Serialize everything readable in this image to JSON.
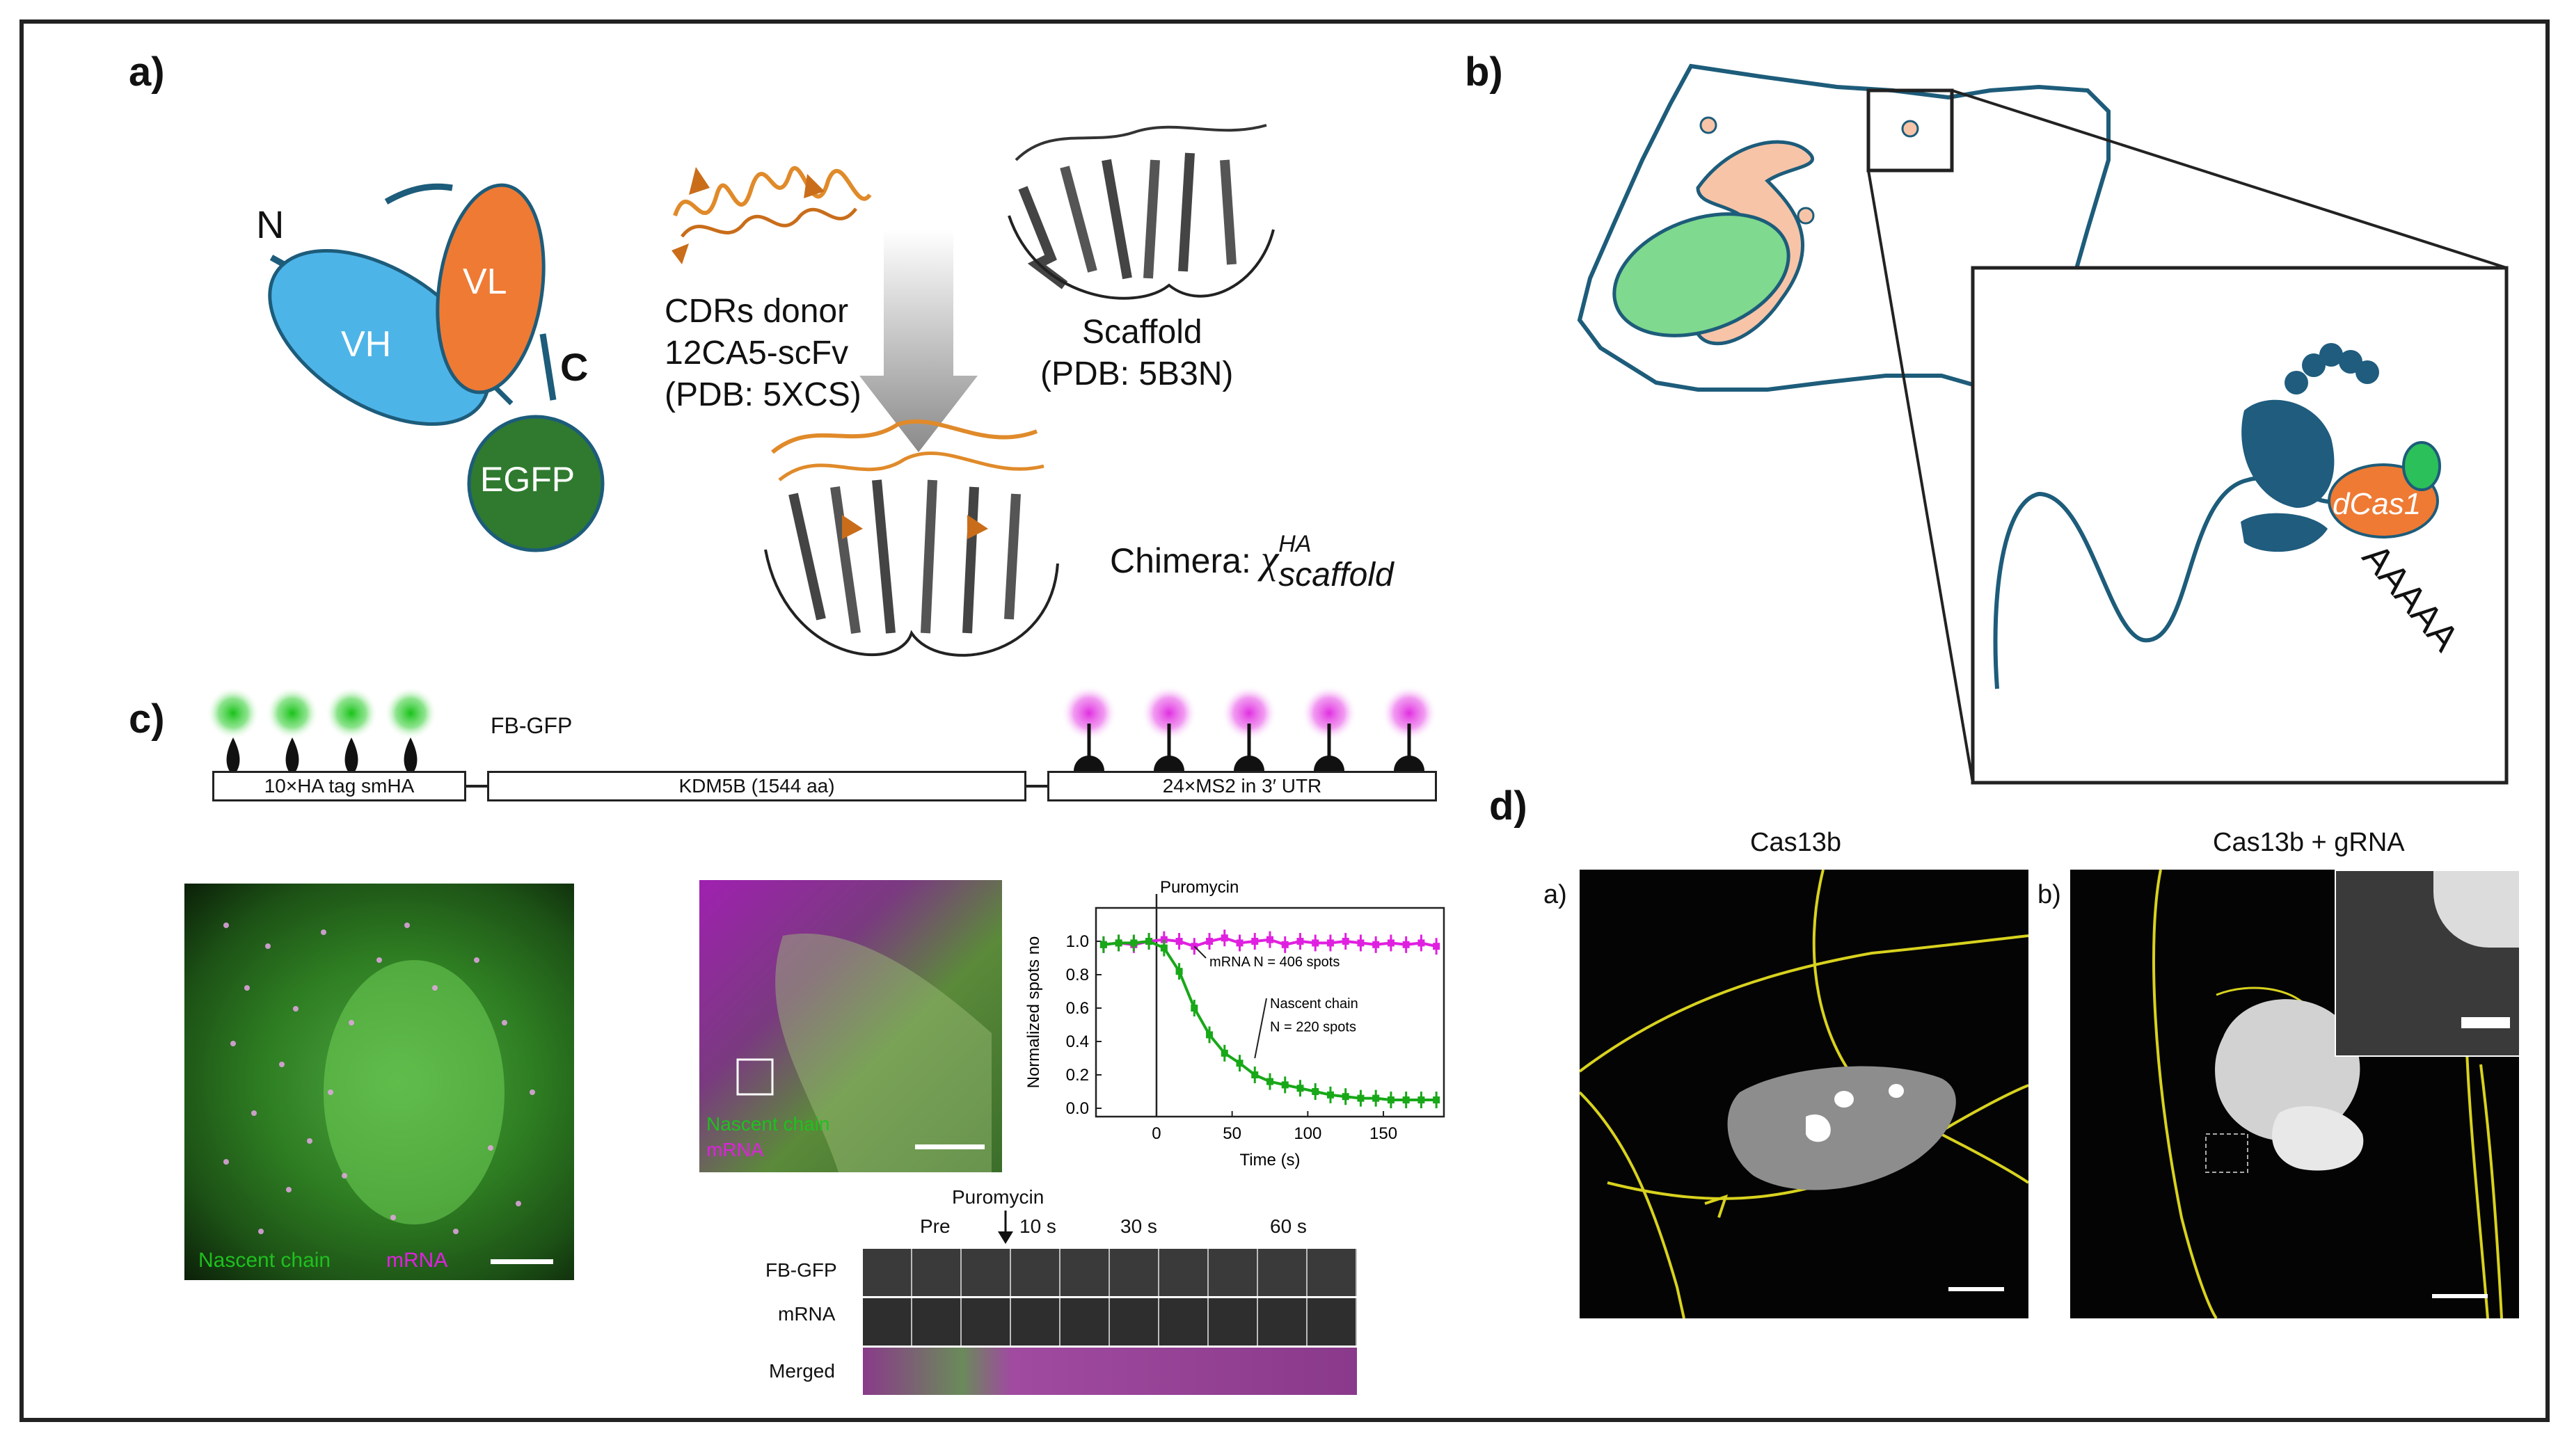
{
  "panel_a": {
    "label": "a)",
    "n_term": "N",
    "c_term": "C",
    "vh": "VH",
    "vl": "VL",
    "egfp": "EGFP",
    "cdrs_line1": "CDRs donor",
    "cdrs_line2": "12CA5-scFv",
    "cdrs_line3": "(PDB: 5XCS)",
    "scaffold_line1": "Scaffold",
    "scaffold_line2": "(PDB: 5B3N)",
    "chimera_prefix": "Chimera: ",
    "chimera_symbol": "χ",
    "chimera_sup": "HA",
    "chimera_sub": "scaffold"
  },
  "panel_b": {
    "label": "b)",
    "dcas_text": "dCas1",
    "polya_text": "AAAAA"
  },
  "panel_c": {
    "label": "c)",
    "fb_gfp": "FB-GFP",
    "construct_1": "10×HA tag smHA",
    "construct_2": "KDM5B (1544 aa)",
    "construct_3": "24×MS2 in 3′ UTR",
    "img1_nascent": "Nascent chain",
    "img1_mrna": "mRNA",
    "img2_nascent": "Nascent chain",
    "img2_mrna": "mRNA",
    "timelapse_puromycin": "Puromycin",
    "timelapse_times": [
      "Pre",
      "10 s",
      "30 s",
      "60 s"
    ],
    "timelapse_rows": [
      "FB-GFP",
      "mRNA",
      "Merged"
    ]
  },
  "panel_d": {
    "label": "d)",
    "sub_a": "a)",
    "sub_b": "b)",
    "title_a": "Cas13b",
    "title_b": "Cas13b + gRNA"
  },
  "chart_data": {
    "type": "line",
    "title": "",
    "xlabel": "Time (s)",
    "ylabel": "Normalized spots no",
    "xlim": [
      -40,
      190
    ],
    "ylim": [
      -0.05,
      1.2
    ],
    "xticks": [
      0,
      50,
      100,
      150
    ],
    "yticks": [
      0.0,
      0.2,
      0.4,
      0.6,
      0.8,
      1.0
    ],
    "annotation": "Puromycin",
    "annotation_x": 0,
    "grid": false,
    "series": [
      {
        "label_line1": "mRNA N = 406 spots",
        "color": "#e020e0",
        "x": [
          -35,
          -25,
          -15,
          -5,
          5,
          15,
          25,
          35,
          45,
          55,
          65,
          75,
          85,
          95,
          105,
          115,
          125,
          135,
          145,
          155,
          165,
          175,
          185
        ],
        "y": [
          0.98,
          0.99,
          0.98,
          1.0,
          1.01,
          1.0,
          0.97,
          1.0,
          1.02,
          0.99,
          1.0,
          1.01,
          0.98,
          1.0,
          0.99,
          0.99,
          1.0,
          0.99,
          0.98,
          0.99,
          0.98,
          0.99,
          0.97
        ]
      },
      {
        "label_line1": "Nascent chain",
        "label_line2": "N = 220 spots",
        "color": "#18a818",
        "x": [
          -35,
          -25,
          -15,
          -5,
          5,
          15,
          25,
          35,
          45,
          55,
          65,
          75,
          85,
          95,
          105,
          115,
          125,
          135,
          145,
          155,
          165,
          175,
          185
        ],
        "y": [
          0.98,
          0.99,
          0.99,
          1.0,
          0.96,
          0.82,
          0.6,
          0.44,
          0.33,
          0.27,
          0.2,
          0.16,
          0.14,
          0.12,
          0.1,
          0.08,
          0.07,
          0.06,
          0.06,
          0.05,
          0.05,
          0.05,
          0.05
        ]
      }
    ]
  },
  "colors": {
    "vh": "#4db4e8",
    "vl": "#ef7a34",
    "egfp": "#2f7a2f",
    "outline": "#1d5c7a",
    "cdr": "#e08a2a",
    "nucleus_green": "#7fd98f",
    "er_peach": "#f7c4a8",
    "ribosome": "#1f5c7e",
    "dcas": "#ef7a34",
    "tracing": "#d8d21e"
  },
  "icons": {
    "hairpin": "ms2-hairpin-icon",
    "tag": "ha-tag-icon",
    "arrow": "down-arrow-icon"
  }
}
